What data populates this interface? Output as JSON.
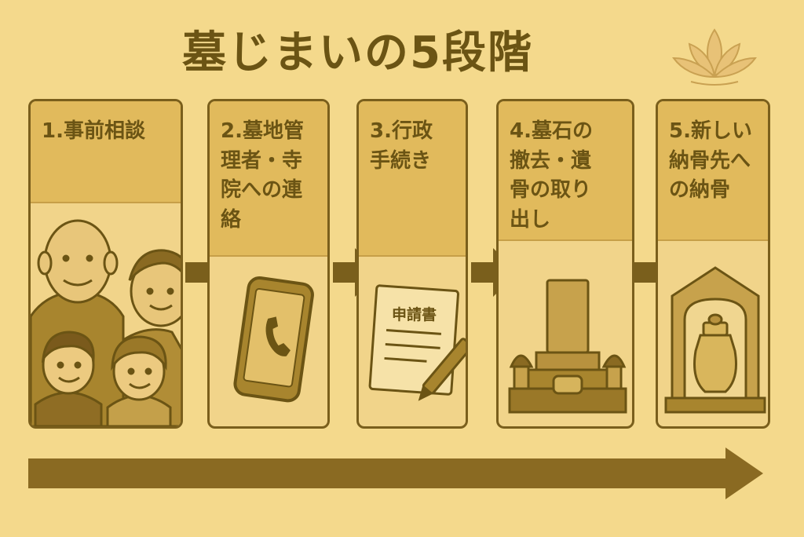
{
  "title": "墓じまいの5段階",
  "colors": {
    "background": "#f4d98c",
    "panel": "#f1d48a",
    "panel_header": "#e1ba5c",
    "dark": "#6b5414",
    "arrow": "#7a5f1c"
  },
  "steps": [
    {
      "label": "1.事前相談",
      "icon": "family-icon"
    },
    {
      "label": "2.墓地管\n理者・寺\n院への連\n絡",
      "icon": "smartphone-icon"
    },
    {
      "label": "3.行政\n手続き",
      "icon": "document-pen-icon",
      "doc_title": "申請書"
    },
    {
      "label": "4.墓石の\n撤去・遺\n骨の取り\n出し",
      "icon": "gravestone-icon"
    },
    {
      "label": "5.新しい\n納骨先へ\nの納骨",
      "icon": "urn-shrine-icon"
    }
  ]
}
